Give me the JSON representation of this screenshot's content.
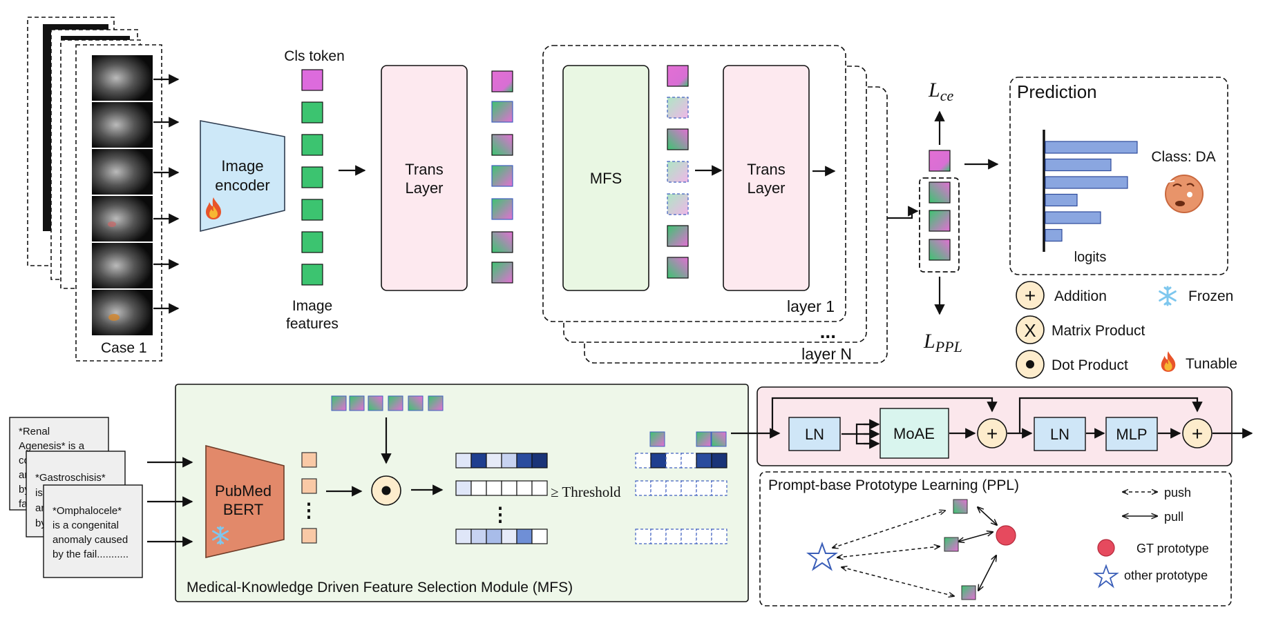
{
  "top": {
    "case_label": "Case 1",
    "cls_token_label": "Cls token",
    "image_features_line1": "Image",
    "image_features_line2": "features",
    "image_encoder_line1": "Image",
    "image_encoder_line2": "encoder",
    "trans_layer_line1": "Trans",
    "trans_layer_line2": "Layer",
    "mfs_label": "MFS",
    "layer1_label": "layer 1",
    "layerN_label": "layer N",
    "ellipsis": "...",
    "loss_ce_main": "L",
    "loss_ce_sub": "ce",
    "loss_ppl_main": "L",
    "loss_ppl_sub": "PPL"
  },
  "prediction": {
    "title": "Prediction",
    "class_label": "Class: DA",
    "logits_label": "logits",
    "bars": [
      0.95,
      0.68,
      0.85,
      0.33,
      0.57,
      0.17
    ]
  },
  "legend": {
    "addition_symbol": "+",
    "addition_label": "Addition",
    "matrix_symbol": "X",
    "matrix_label": "Matrix Product",
    "dot_label": "Dot Product",
    "frozen_label": "Frozen",
    "tunable_label": "Tunable"
  },
  "bottom": {
    "doc1": [
      "*Renal",
      "Agenesis* is a",
      "co",
      "an",
      "by",
      "fai"
    ],
    "doc2": [
      "*Gastroschisis*",
      "is",
      "an",
      "by"
    ],
    "doc3": [
      "*Omphalocele*",
      "is a congenital",
      "anomaly caused",
      "by the fail..........."
    ],
    "pubmed_line1": "PubMed",
    "pubmed_line2": "BERT",
    "threshold_label": "≥ Threshold",
    "mfs_module_label": "Medical-Knowledge Driven Feature Selection Module (MFS)",
    "vdots": "⋮"
  },
  "block": {
    "ln1": "LN",
    "moae": "MoAE",
    "ln2": "LN",
    "mlp": "MLP",
    "plus": "+"
  },
  "ppl": {
    "title": "Prompt-base Prototype Learning (PPL)",
    "push_label": "push",
    "pull_label": "pull",
    "gt_label": "GT prototype",
    "other_label": "other prototype"
  },
  "colors": {
    "cls_token": "#dd6bdd",
    "image_feature": "#3cc470",
    "trans_layer_fill": "#fde9ef",
    "mfs_fill": "#e9f7e3",
    "encoder_fill": "#cde8f8",
    "pubmed_fill": "#e2896a",
    "bottom_panel_fill": "#eef7e9",
    "block_panel_fill": "#fbe7ec",
    "ln_fill": "#cfe6f7",
    "moae_fill": "#d9f5ee",
    "legend_circle_fill": "#fdeccc",
    "bar_fill": "#8aa6e0",
    "gt_prototype": "#e64a5e",
    "star": "#3a5eb8"
  }
}
